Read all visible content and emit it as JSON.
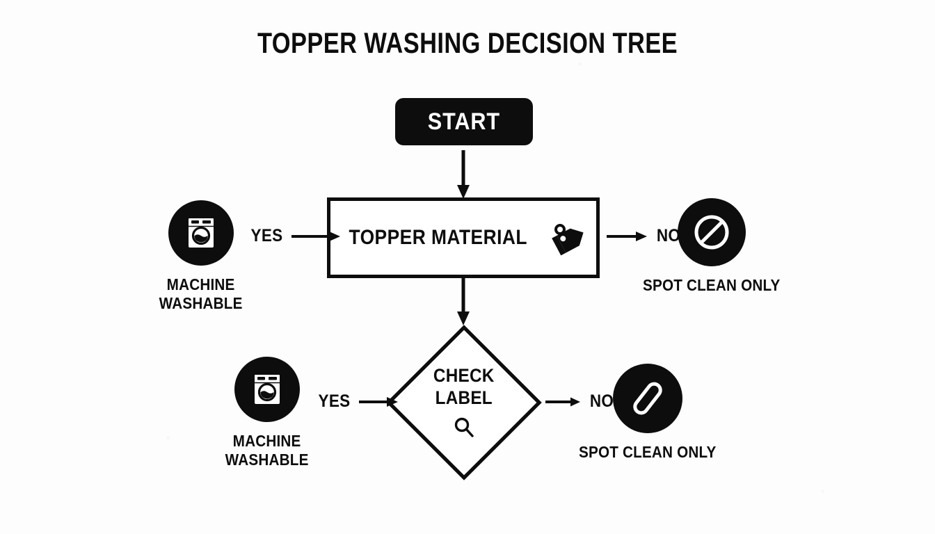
{
  "diagram": {
    "title": "TOPPER WASHING DECISION TREE",
    "background_color": "#fdfdfd",
    "ink_color": "#0d0d0d",
    "type": "decision-tree-flowchart",
    "start": {
      "label": "START",
      "shape": "rounded-rectangle",
      "fill": "#0d0d0d",
      "text_color": "#ffffff"
    },
    "nodes": [
      {
        "id": "topper-material",
        "label": "TOPPER MATERIAL",
        "shape": "rectangle",
        "icon": "price-tag-icon"
      },
      {
        "id": "check-label",
        "label_line1": "CHECK",
        "label_line2": "LABEL",
        "shape": "diamond",
        "icon": "magnifier-icon"
      }
    ],
    "branches": [
      {
        "from": "topper-material",
        "side": "left",
        "edge_label": "YES",
        "outcome_line1": "MACHINE",
        "outcome_line2": "WASHABLE",
        "icon": "washing-machine-icon"
      },
      {
        "from": "topper-material",
        "side": "right",
        "edge_label": "NO",
        "outcome_line1": "SPOT CLEAN ONLY",
        "outcome_line2": "",
        "icon": "prohibition-icon"
      },
      {
        "from": "check-label",
        "side": "left",
        "edge_label": "YES",
        "outcome_line1": "MACHINE",
        "outcome_line2": "WASHABLE",
        "icon": "washing-machine-icon"
      },
      {
        "from": "check-label",
        "side": "right",
        "edge_label": "NO",
        "outcome_line1": "SPOT CLEAN ONLY",
        "outcome_line2": "",
        "icon": "cloth-wipe-icon"
      }
    ]
  }
}
